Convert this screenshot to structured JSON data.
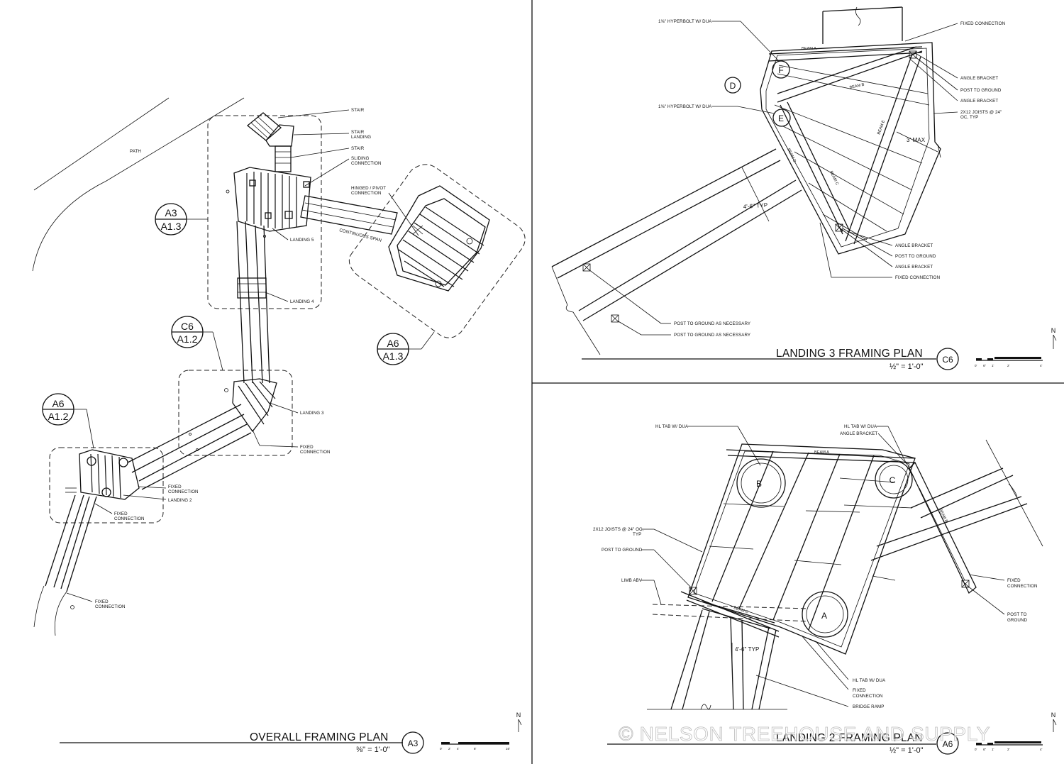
{
  "overall": {
    "title": "OVERALL FRAMING PLAN",
    "scale": "⅜\" = 1'-0\"",
    "sheet_ref": "A3",
    "north": "N",
    "scale_ticks": [
      "0'",
      "2'",
      "4'",
      "8'",
      "16'"
    ],
    "path_label": "PATH",
    "callouts": {
      "c1": {
        "top": "A3",
        "bottom": "A1.3"
      },
      "c2": {
        "top": "C6",
        "bottom": "A1.2"
      },
      "c3": {
        "top": "A6",
        "bottom": "A1.2"
      },
      "c4": {
        "top": "A6",
        "bottom": "A1.3"
      }
    },
    "notes": {
      "stair1": "STAIR",
      "stair_landing_1": "STAIR",
      "stair_landing_2": "LANDING",
      "stair2": "STAIR",
      "sliding_1": "SLIDING",
      "sliding_2": "CONNECTION",
      "hinged_1": "HINGED / PIVOT",
      "hinged_2": "CONNECTION",
      "continuous": "CONTINUOUS SPAN",
      "landing5": "LANDING 5",
      "landing4": "LANDING 4",
      "landing3": "LANDING 3",
      "fixed3_1": "FIXED",
      "fixed3_2": "CONNECTION",
      "fixed2a_1": "FIXED",
      "fixed2a_2": "CONNECTION",
      "landing2": "LANDING 2",
      "fixed2b_1": "FIXED",
      "fixed2b_2": "CONNECTION",
      "fixed1_1": "FIXED",
      "fixed1_2": "CONNECTION"
    }
  },
  "landing3": {
    "title": "LANDING 3 FRAMING PLAN",
    "scale": "½\" = 1'-0\"",
    "sheet_ref": "C6",
    "north": "N",
    "scale_ticks": [
      "0'",
      "6\"",
      "1'",
      "2'",
      "4'"
    ],
    "bubbles": {
      "d": "D",
      "e": "E",
      "f": "F"
    },
    "notes": {
      "hyperbolt1": "1⅝\" HYPERBOLT W/ DUA",
      "hyperbolt2": "1⅝\" HYPERBOLT W/ DUA",
      "fixed_top": "FIXED CONNECTION",
      "angle1": "ANGLE BRACKET",
      "post1": "POST TO GROUND",
      "angle2": "ANGLE BRACKET",
      "joists_1": "2X12 JOISTS @ 24\"",
      "joists_2": "OC, TYP",
      "beam_a": "BEAM A",
      "beam_b": "BEAM B",
      "beam_c": "BEAM C",
      "beam_d": "BEAM D",
      "beam_e": "BEAM E",
      "max": "3' MAX",
      "typ": "4'-6\" TYP",
      "angle3": "ANGLE BRACKET",
      "post2": "POST TO GROUND",
      "angle4": "ANGLE BRACKET",
      "fixed_bottom": "FIXED CONNECTION",
      "post_nec1": "POST TO GROUND AS NECESSARY",
      "post_nec2": "POST TO GROUND AS NECESSARY"
    }
  },
  "landing2": {
    "title": "LANDING 2 FRAMING PLAN",
    "scale": "½\" = 1'-0\"",
    "sheet_ref": "A6",
    "north": "N",
    "scale_ticks": [
      "0'",
      "6\"",
      "1'",
      "2'",
      "4'"
    ],
    "bubbles": {
      "a": "A",
      "b": "B",
      "c": "C"
    },
    "notes": {
      "tab1": "HL TAB W/ DUA",
      "tab2": "HL TAB W/ DUA",
      "angle": "ANGLE BRACKET",
      "joists_1": "2X12 JOISTS @ 24\" OC,",
      "joists_2": "TYP",
      "post1": "POST TO GROUND",
      "limb": "LIMB ABV",
      "beam_a": "BEAM A",
      "beam_b": "BEAM B",
      "beam_c": "BEAM C",
      "typ": "4'-6\" TYP",
      "tab3": "HL TAB W/ DUA",
      "fixed1_1": "FIXED",
      "fixed1_2": "CONNECTION",
      "bridge": "BRIDGE RAMP",
      "fixed2_1": "FIXED",
      "fixed2_2": "CONNECTION",
      "post2_1": "POST TO",
      "post2_2": "GROUND"
    }
  },
  "watermark": "© NELSON TREEHOUSE AND SUPPLY"
}
